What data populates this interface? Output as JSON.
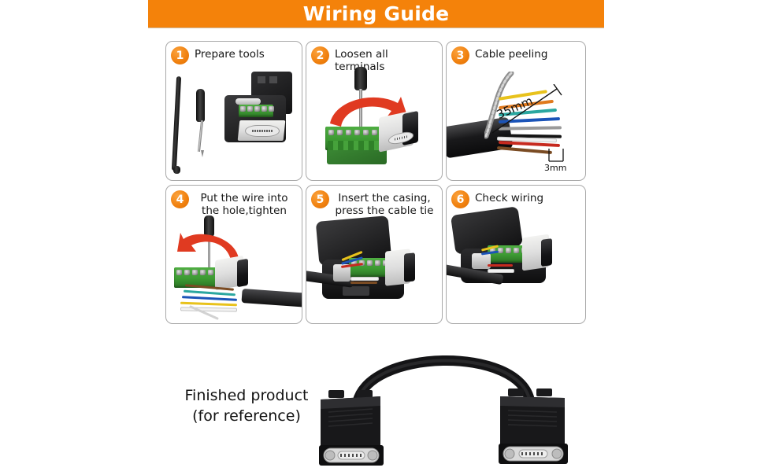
{
  "header": {
    "title": "Wiring Guide",
    "background_color": "#F4820A",
    "text_color": "#FFFFFF"
  },
  "theme": {
    "accent_color": "#F0800E",
    "panel_border_color": "#A9A9A9",
    "page_background": "#FFFFFF",
    "arrow_color": "#E03A21",
    "terminal_block_color": "#3D9A33"
  },
  "steps": [
    {
      "number": "1",
      "title": "Prepare tools",
      "two_line": false,
      "illustration": "cable-tie-screwdriver-and-connector-housing",
      "labels": []
    },
    {
      "number": "2",
      "title": "Loosen all terminals",
      "two_line": false,
      "illustration": "screwdriver-loosening-green-terminal-block",
      "labels": []
    },
    {
      "number": "3",
      "title": "Cable peeling",
      "two_line": false,
      "illustration": "stripped-multicore-shielded-cable",
      "labels": [
        "35mm",
        "3mm"
      ]
    },
    {
      "number": "4",
      "title": "Put the wire into\nthe hole,tighten",
      "two_line": true,
      "illustration": "screwdriver-tightening-wires-in-terminal-block",
      "labels": []
    },
    {
      "number": "5",
      "title": "Insert the casing,\npress the cable tie",
      "two_line": true,
      "illustration": "open-black-casing-with-wired-terminal-block",
      "labels": []
    },
    {
      "number": "6",
      "title": "Check wiring",
      "two_line": false,
      "illustration": "open-casing-final-wiring-check",
      "labels": []
    }
  ],
  "measurements": {
    "strip_length": "35mm",
    "conductor_strip": "3mm"
  },
  "wire_colors": [
    "#E8C21C",
    "#E07A1E",
    "#2AA7A0",
    "#1B54B8",
    "#9A9A9A",
    "#141414",
    "#C62A1F",
    "#F2F2F2",
    "#7A4B23"
  ],
  "finished_product": {
    "caption": "Finished product\n(for reference)",
    "illustration": "two-db9-connectors-joined-by-black-cable"
  }
}
